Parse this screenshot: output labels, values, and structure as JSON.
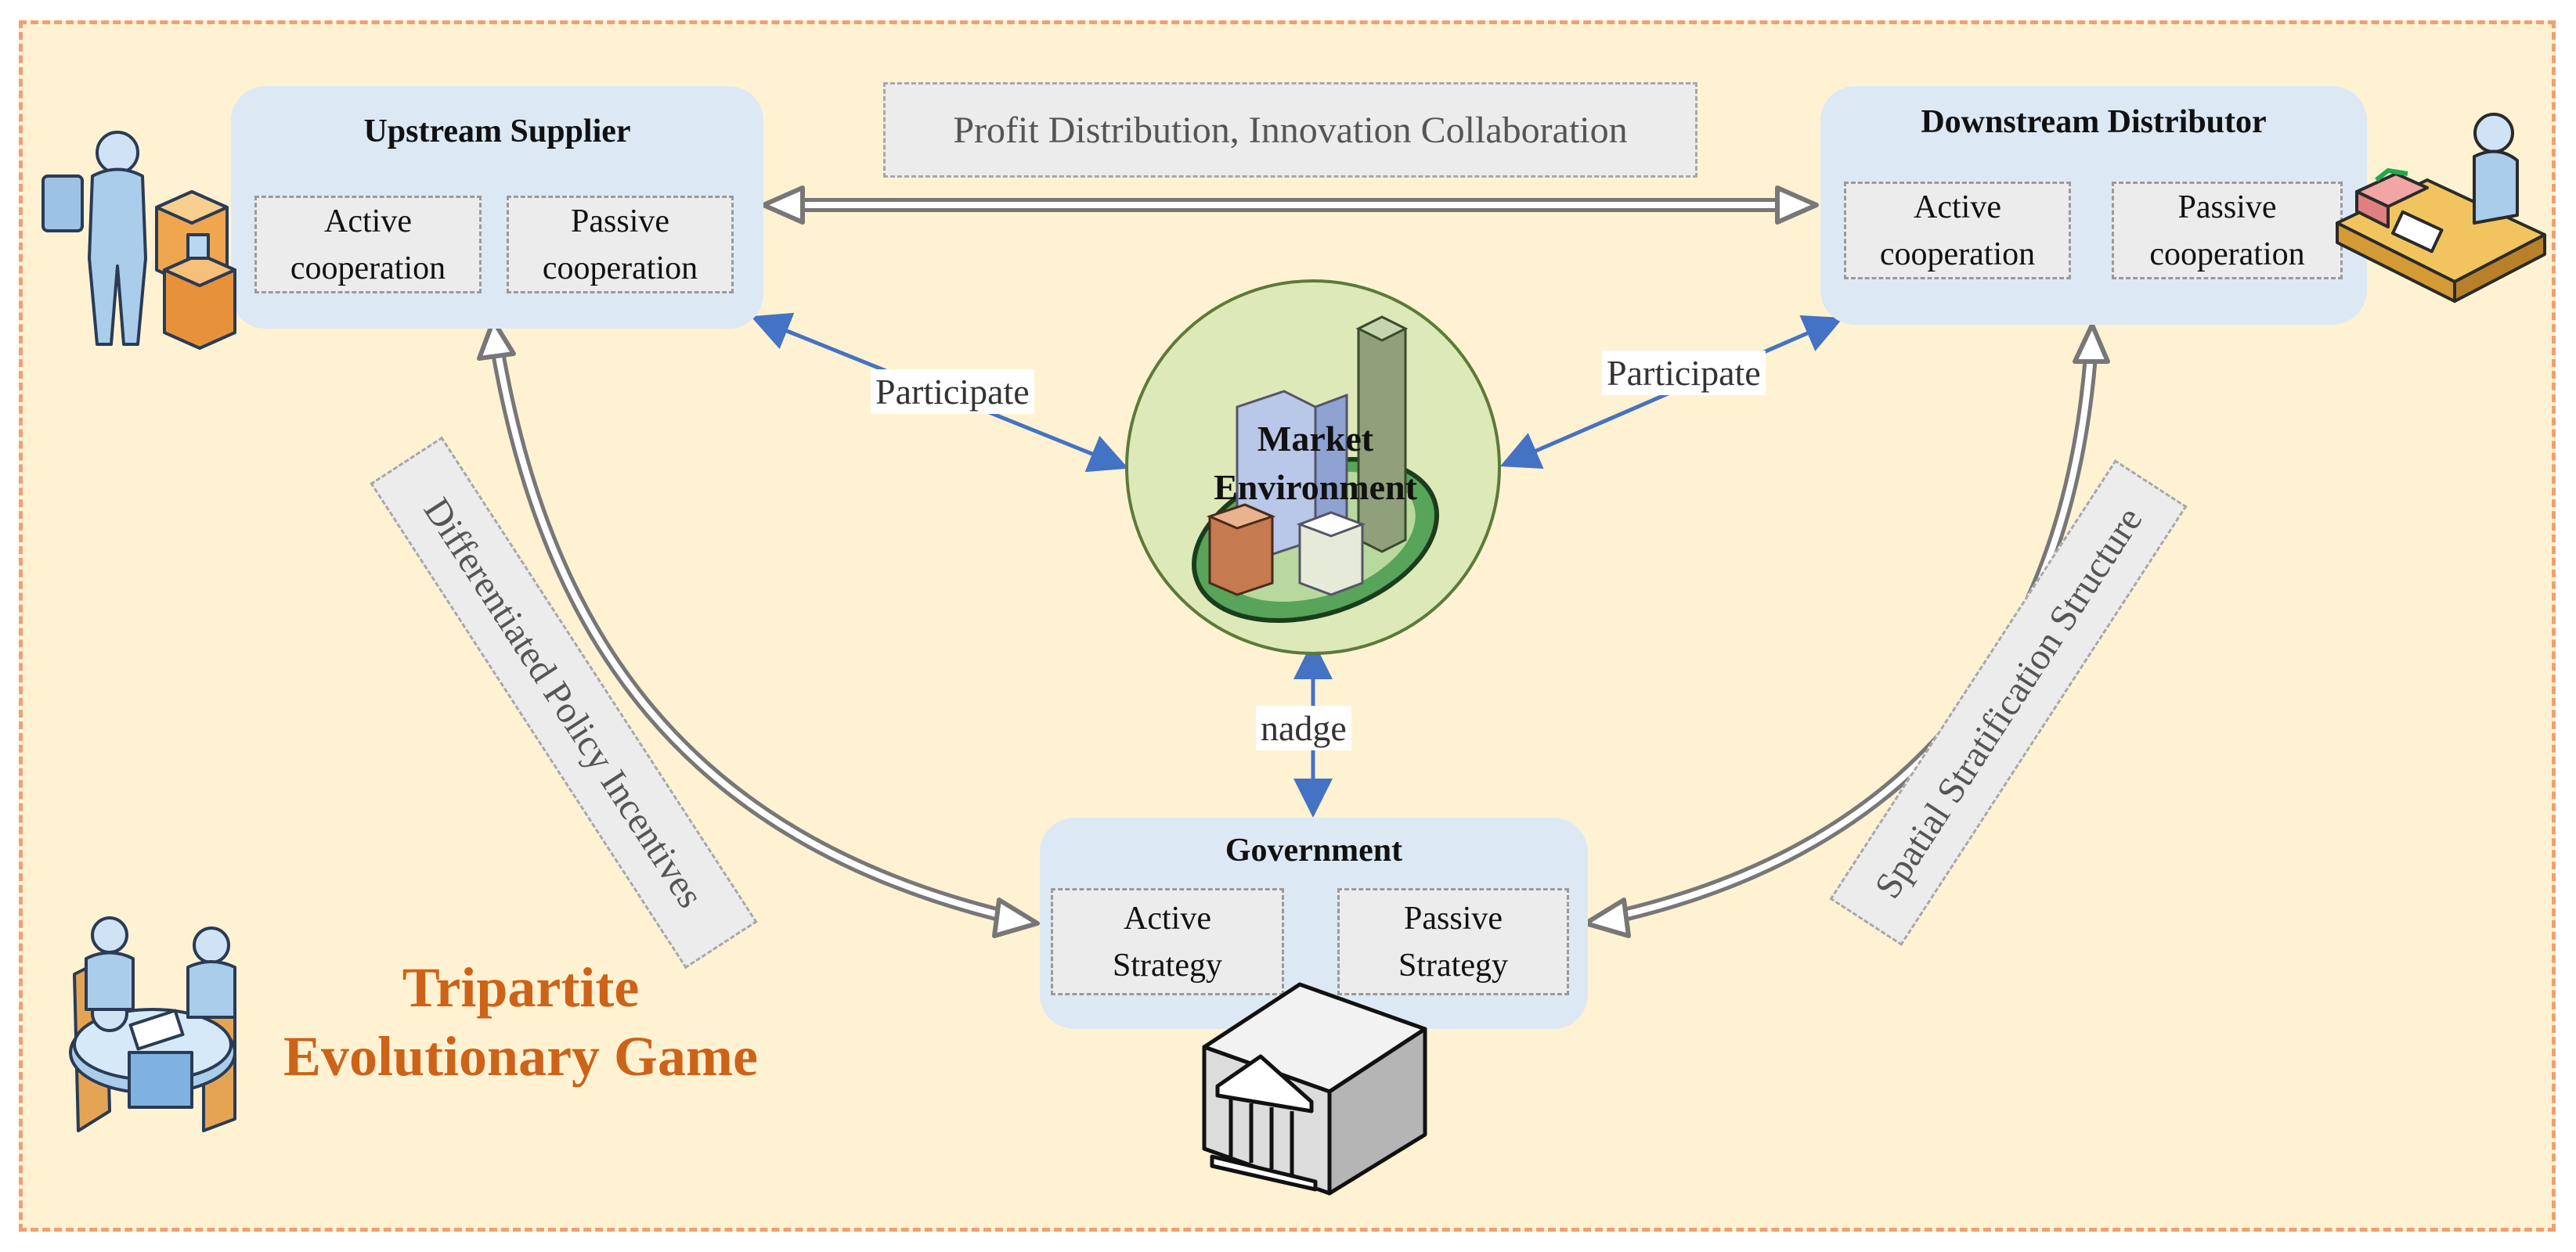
{
  "upstream": {
    "title": "Upstream Supplier",
    "strategy_active": "Active\ncooperation",
    "strategy_passive": "Passive\ncooperation"
  },
  "downstream": {
    "title": "Downstream Distributor",
    "strategy_active": "Active\ncooperation",
    "strategy_passive": "Passive\ncooperation"
  },
  "government": {
    "title": "Government",
    "strategy_active": "Active\nStrategy",
    "strategy_passive": "Passive\nStrategy"
  },
  "market": {
    "label": "Market\nEnvironment"
  },
  "relations": {
    "top": "Profit Distribution, Innovation Collaboration",
    "left_diag": "Differentiated Policy Incentives",
    "right_diag": "Spatial Stratification Structure",
    "participate_left": "Participate",
    "participate_right": "Participate",
    "nadge": "nadge"
  },
  "game_title": "Tripartite\nEvolutionary Game",
  "colors": {
    "frame_bg": "#fff2d2",
    "frame_border": "#f0a070",
    "node_bg": "#dce9f5",
    "arrow_blue": "#4472c4",
    "arrow_gray": "#777777",
    "title_orange": "#cc6319",
    "market_green": "#dde9b8"
  },
  "icons": [
    "doctor-supplier-icon",
    "distributor-desk-icon",
    "meeting-table-icon",
    "government-building-icon",
    "city-buildings-icon"
  ]
}
